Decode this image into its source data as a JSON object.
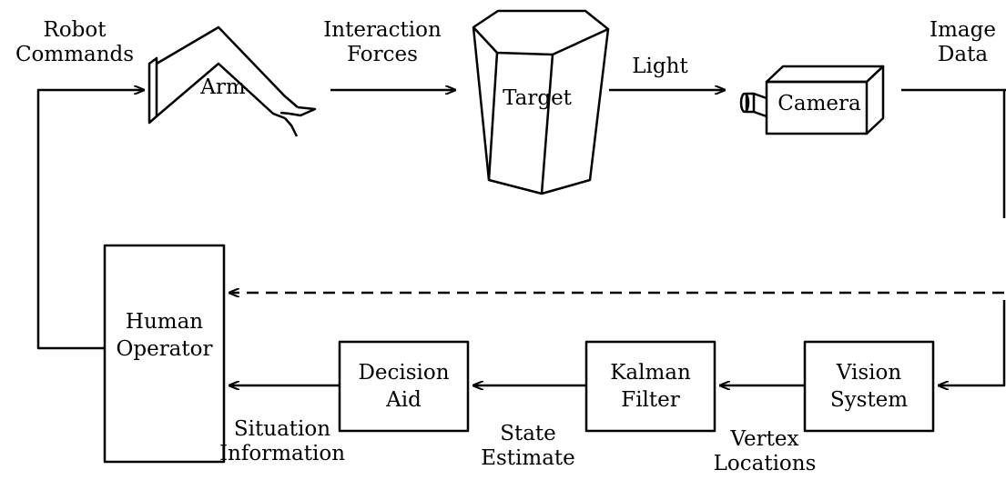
{
  "labels": {
    "robot_commands": [
      "Robot",
      "Commands"
    ],
    "arm": "Arm",
    "interaction_forces": [
      "Interaction",
      "Forces"
    ],
    "target": "Target",
    "light": "Light",
    "camera": "Camera",
    "image_data": [
      "Image",
      "Data"
    ],
    "human_operator": [
      "Human",
      "Operator"
    ],
    "decision_aid": [
      "Decision",
      "Aid"
    ],
    "kalman_filter": [
      "Kalman",
      "Filter"
    ],
    "vision_system": [
      "Vision",
      "System"
    ],
    "situation_information": [
      "Situation",
      "Information"
    ],
    "state_estimate": [
      "State",
      "Estimate"
    ],
    "vertex_locations": [
      "Vertex",
      "Locations"
    ]
  }
}
